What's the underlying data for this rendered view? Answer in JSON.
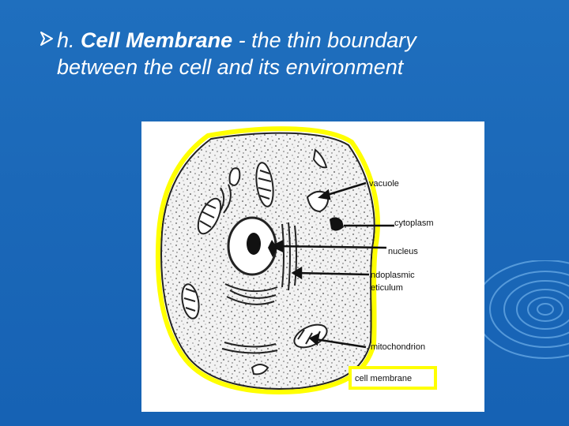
{
  "slide": {
    "bullet_icon": "arrow-bullet-icon",
    "title_prefix": "h.",
    "term": "Cell Membrane",
    "definition_line1": " - the thin boundary",
    "definition_line2": "between the cell and its environment"
  },
  "diagram": {
    "labels": {
      "vacuole": "vacuole",
      "cytoplasm": "cytoplasm",
      "nucleus": "nucleus",
      "er_line1": "ndoplasmic",
      "er_line2": "eticulum",
      "mitochondrion": "mitochondrion",
      "cell_membrane": "cell membrane"
    },
    "highlight_color": "#ffff00"
  },
  "colors": {
    "background": "#1b68b8",
    "text": "#ffffff"
  }
}
